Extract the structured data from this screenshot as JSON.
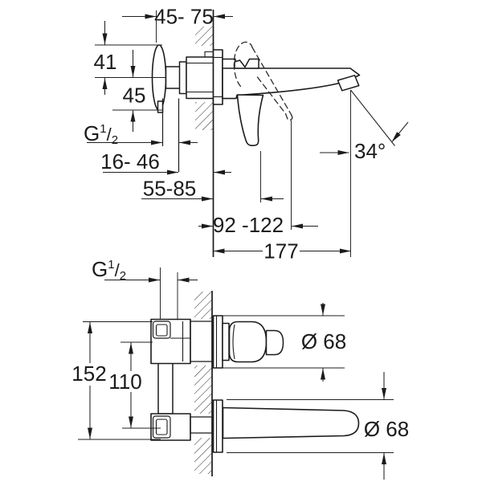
{
  "front_view": {
    "dim_depth_range": "45- 75",
    "dim_center_to_top": "41",
    "dim_center_to_bottom": "45",
    "thread": {
      "g": "G",
      "num": "1",
      "slash": "/",
      "den": "2"
    },
    "dim_supply_to_wall": "16- 46",
    "dim_lever_to_wall": "55-85",
    "dim_lever_open_to_wall": "92 -122",
    "dim_spout_projection": "177",
    "dim_spray_angle": "34°"
  },
  "plan_view": {
    "thread": {
      "g": "G",
      "num": "1",
      "slash": "/",
      "den": "2"
    },
    "dim_body_height": "152",
    "dim_port_spacing": "110",
    "dim_handle_escutcheon_dia": "Ø 68",
    "dim_spout_escutcheon_dia": "Ø 68"
  }
}
